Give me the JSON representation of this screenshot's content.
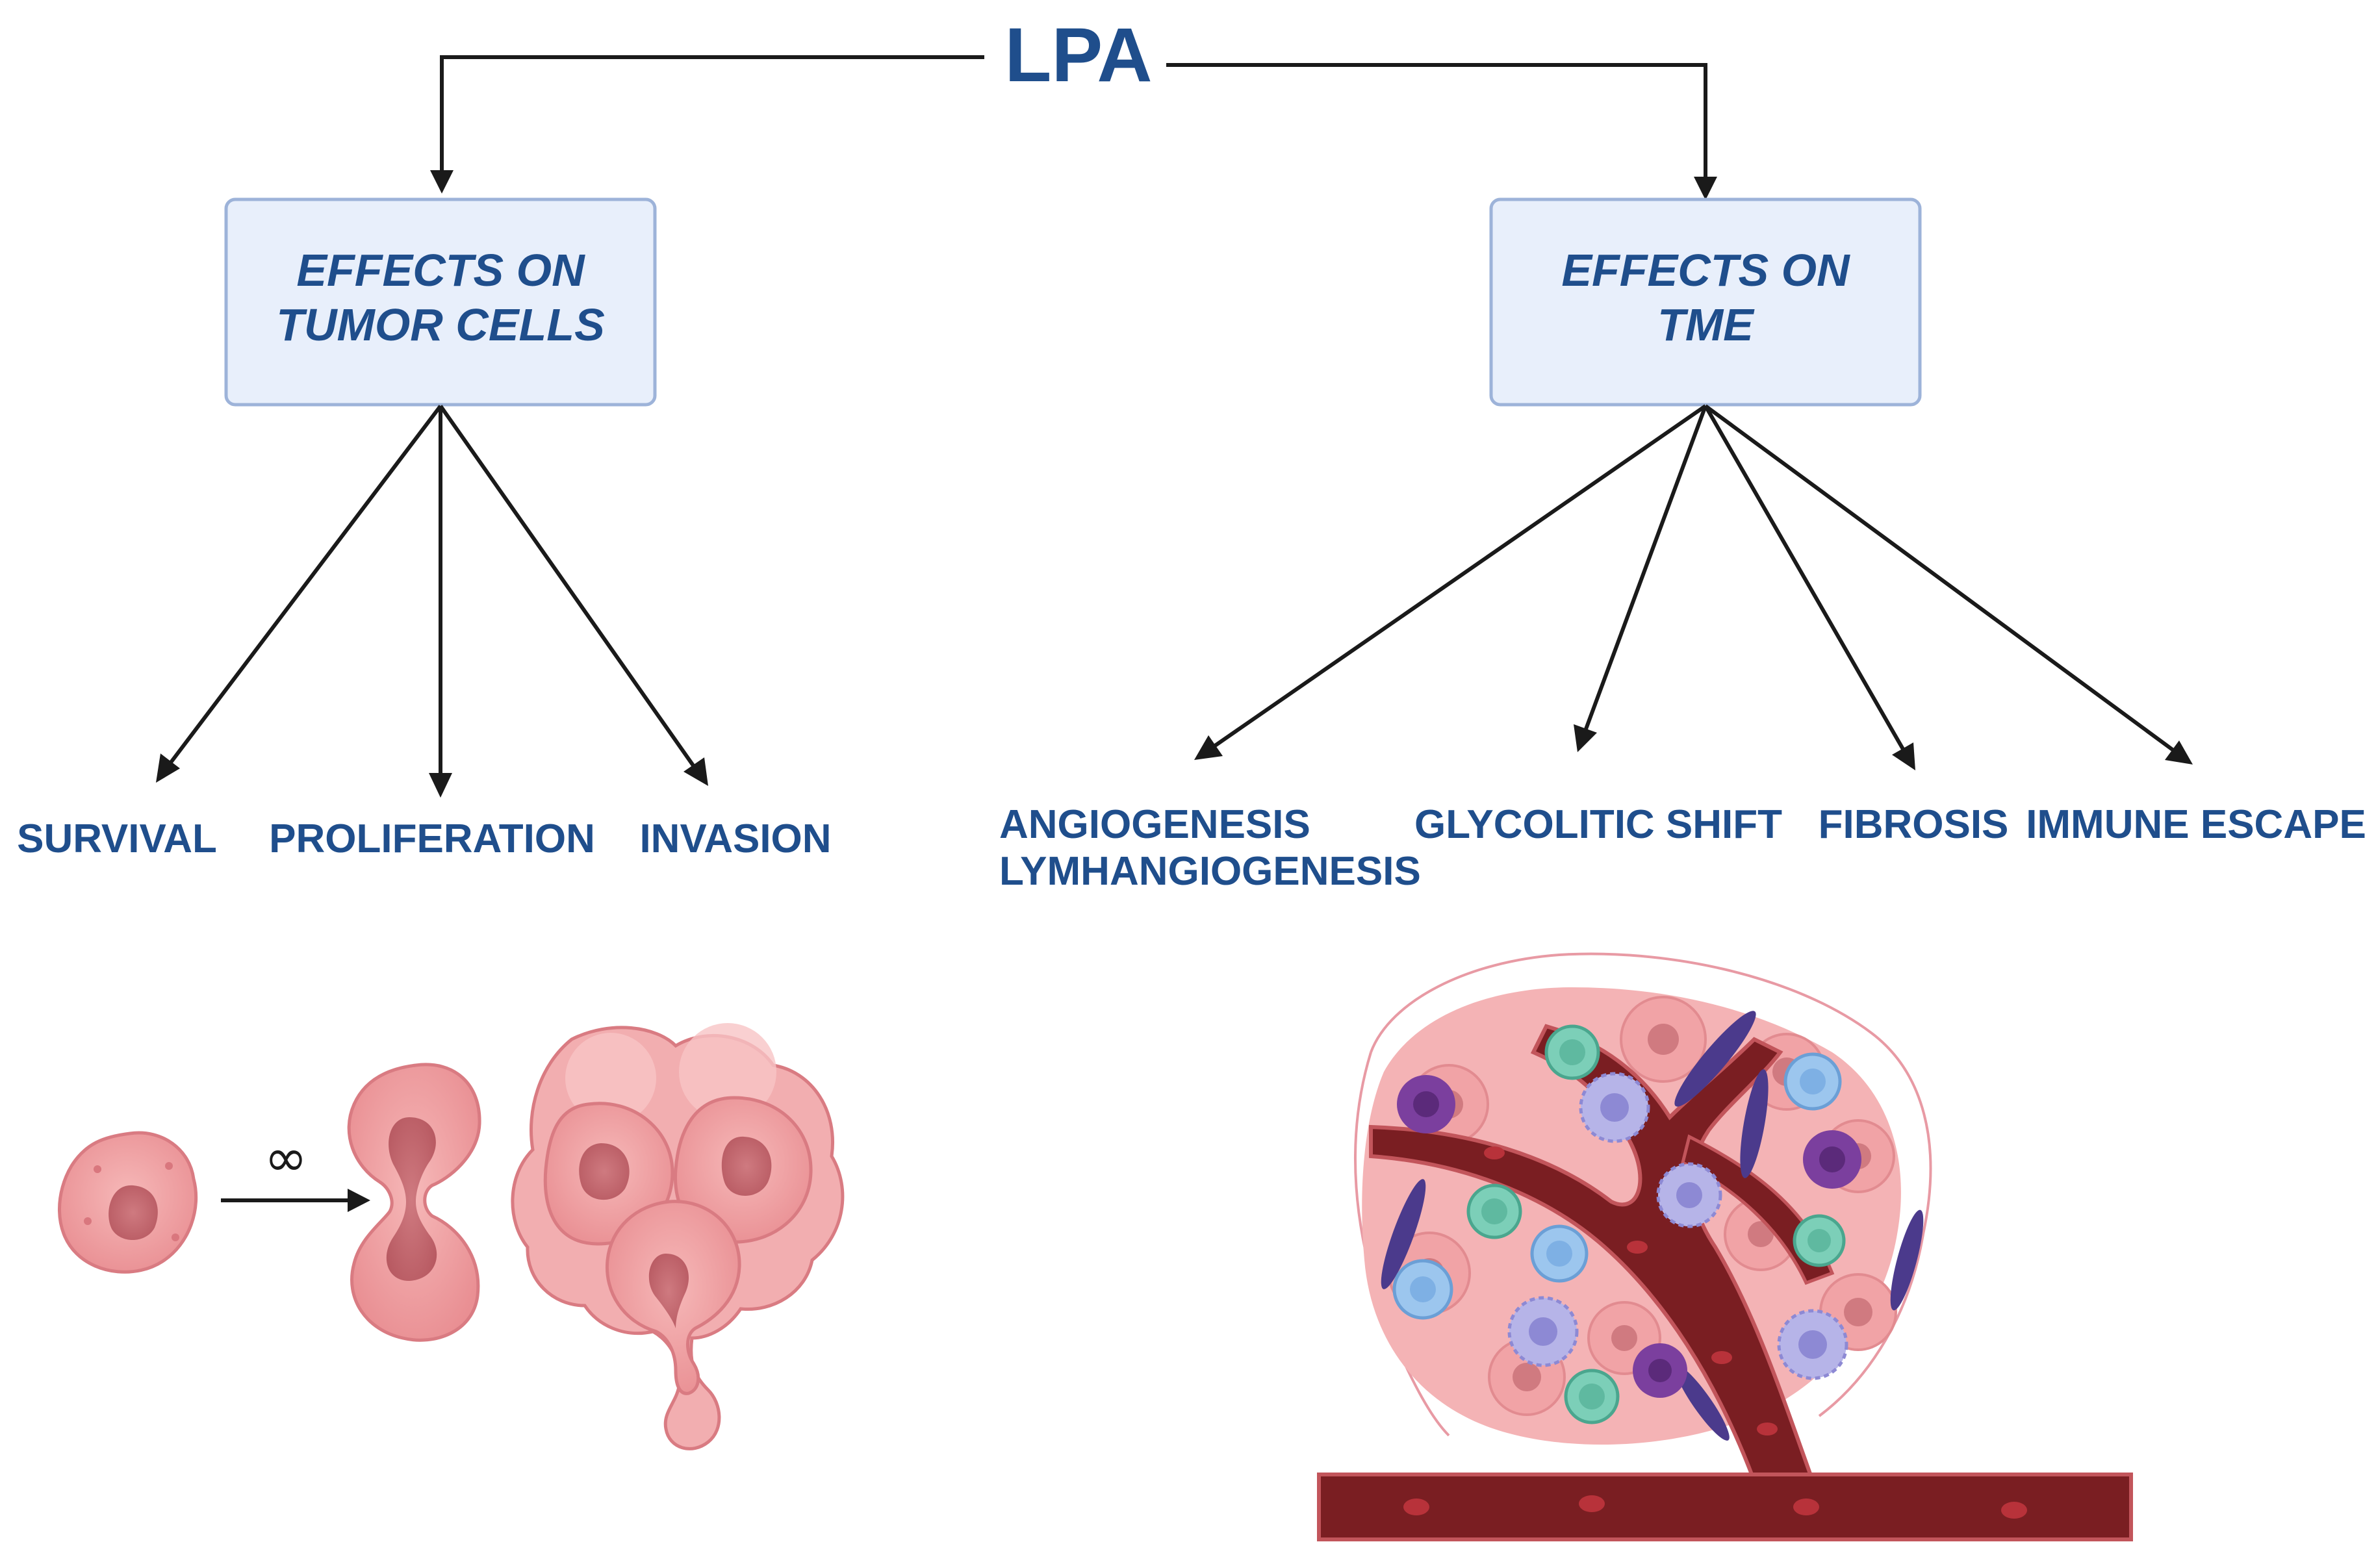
{
  "diagram": {
    "root": "LPA",
    "branches": [
      {
        "title_lines": [
          "EFFECTS ON",
          "TUMOR CELLS"
        ],
        "outcomes": [
          {
            "lines": [
              "SURVIVAL"
            ]
          },
          {
            "lines": [
              "PROLIFERATION"
            ]
          },
          {
            "lines": [
              "INVASION"
            ]
          }
        ]
      },
      {
        "title_lines": [
          "EFFECTS ON",
          "TME"
        ],
        "outcomes": [
          {
            "lines": [
              "ANGIOGENESIS",
              "LYMHANGIOGENESIS"
            ]
          },
          {
            "lines": [
              "GLYCOLITIC SHIFT"
            ]
          },
          {
            "lines": [
              "FIBROSIS"
            ]
          },
          {
            "lines": [
              "IMMUNE ESCAPE"
            ]
          }
        ]
      }
    ],
    "division_symbol": "∞",
    "colors": {
      "text": "#1f4e8c",
      "box_fill": "#e8effb",
      "box_border": "#9db3d9",
      "tumor_cell": "#f0a0a0",
      "tumor_nucleus": "#c86a70",
      "vessel": "#7a1e22",
      "immune_purple": "#7b3f9e",
      "immune_teal": "#7ccfb8",
      "immune_blue": "#9cc6ee",
      "fibroblast": "#4b3a8c"
    }
  }
}
